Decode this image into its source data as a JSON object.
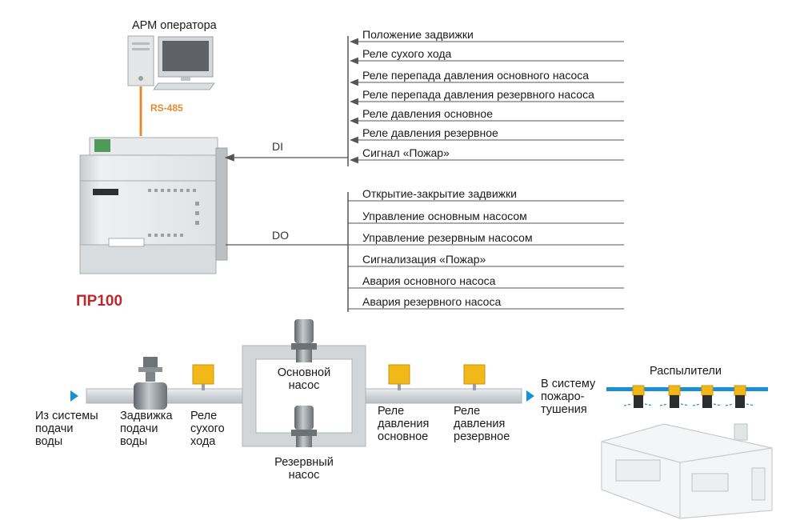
{
  "operator": {
    "label": "АРМ оператора",
    "link": "RS-485"
  },
  "controller": {
    "name": "ПР100",
    "panel_model": "ПР100"
  },
  "buses": {
    "di": "DI",
    "do": "DO"
  },
  "inputs": [
    "Положение задвижки",
    "Реле сухого хода",
    "Реле перепада давления основного насоса",
    "Реле перепада давления резервного насоса",
    "Реле давления основное",
    "Реле давления резервное",
    "Сигнал «Пожар»"
  ],
  "outputs": [
    "Открытие-закрытие задвижки",
    "Управление основным насосом",
    "Управление резервным насосом",
    "Сигнализация «Пожар»",
    "Авария основного насоса",
    "Авария резервного насоса"
  ],
  "scheme": {
    "source": "Из системы\nподачи\nводы",
    "valve": "Задвижка\nподачи\nводы",
    "dry_relay": "Реле\nсухого\nхода",
    "main_pump": "Основной\nнасос",
    "reserve_pump": "Резервный\nнасос",
    "main_relay": "Реле\nдавления\nосновное",
    "reserve_relay": "Реле\nдавления\nрезервное",
    "destination": "В систему\nпожаро-\nтушения",
    "sprinklers": "Распылители"
  },
  "colors": {
    "brand": "#c0272d",
    "rs485": "#e8892e",
    "sensor": "#f2b817",
    "flow_arrow": "#1a8fd1",
    "sprinkler_pipe": "#1a8fd1",
    "pipe": "#d3d6d9"
  }
}
